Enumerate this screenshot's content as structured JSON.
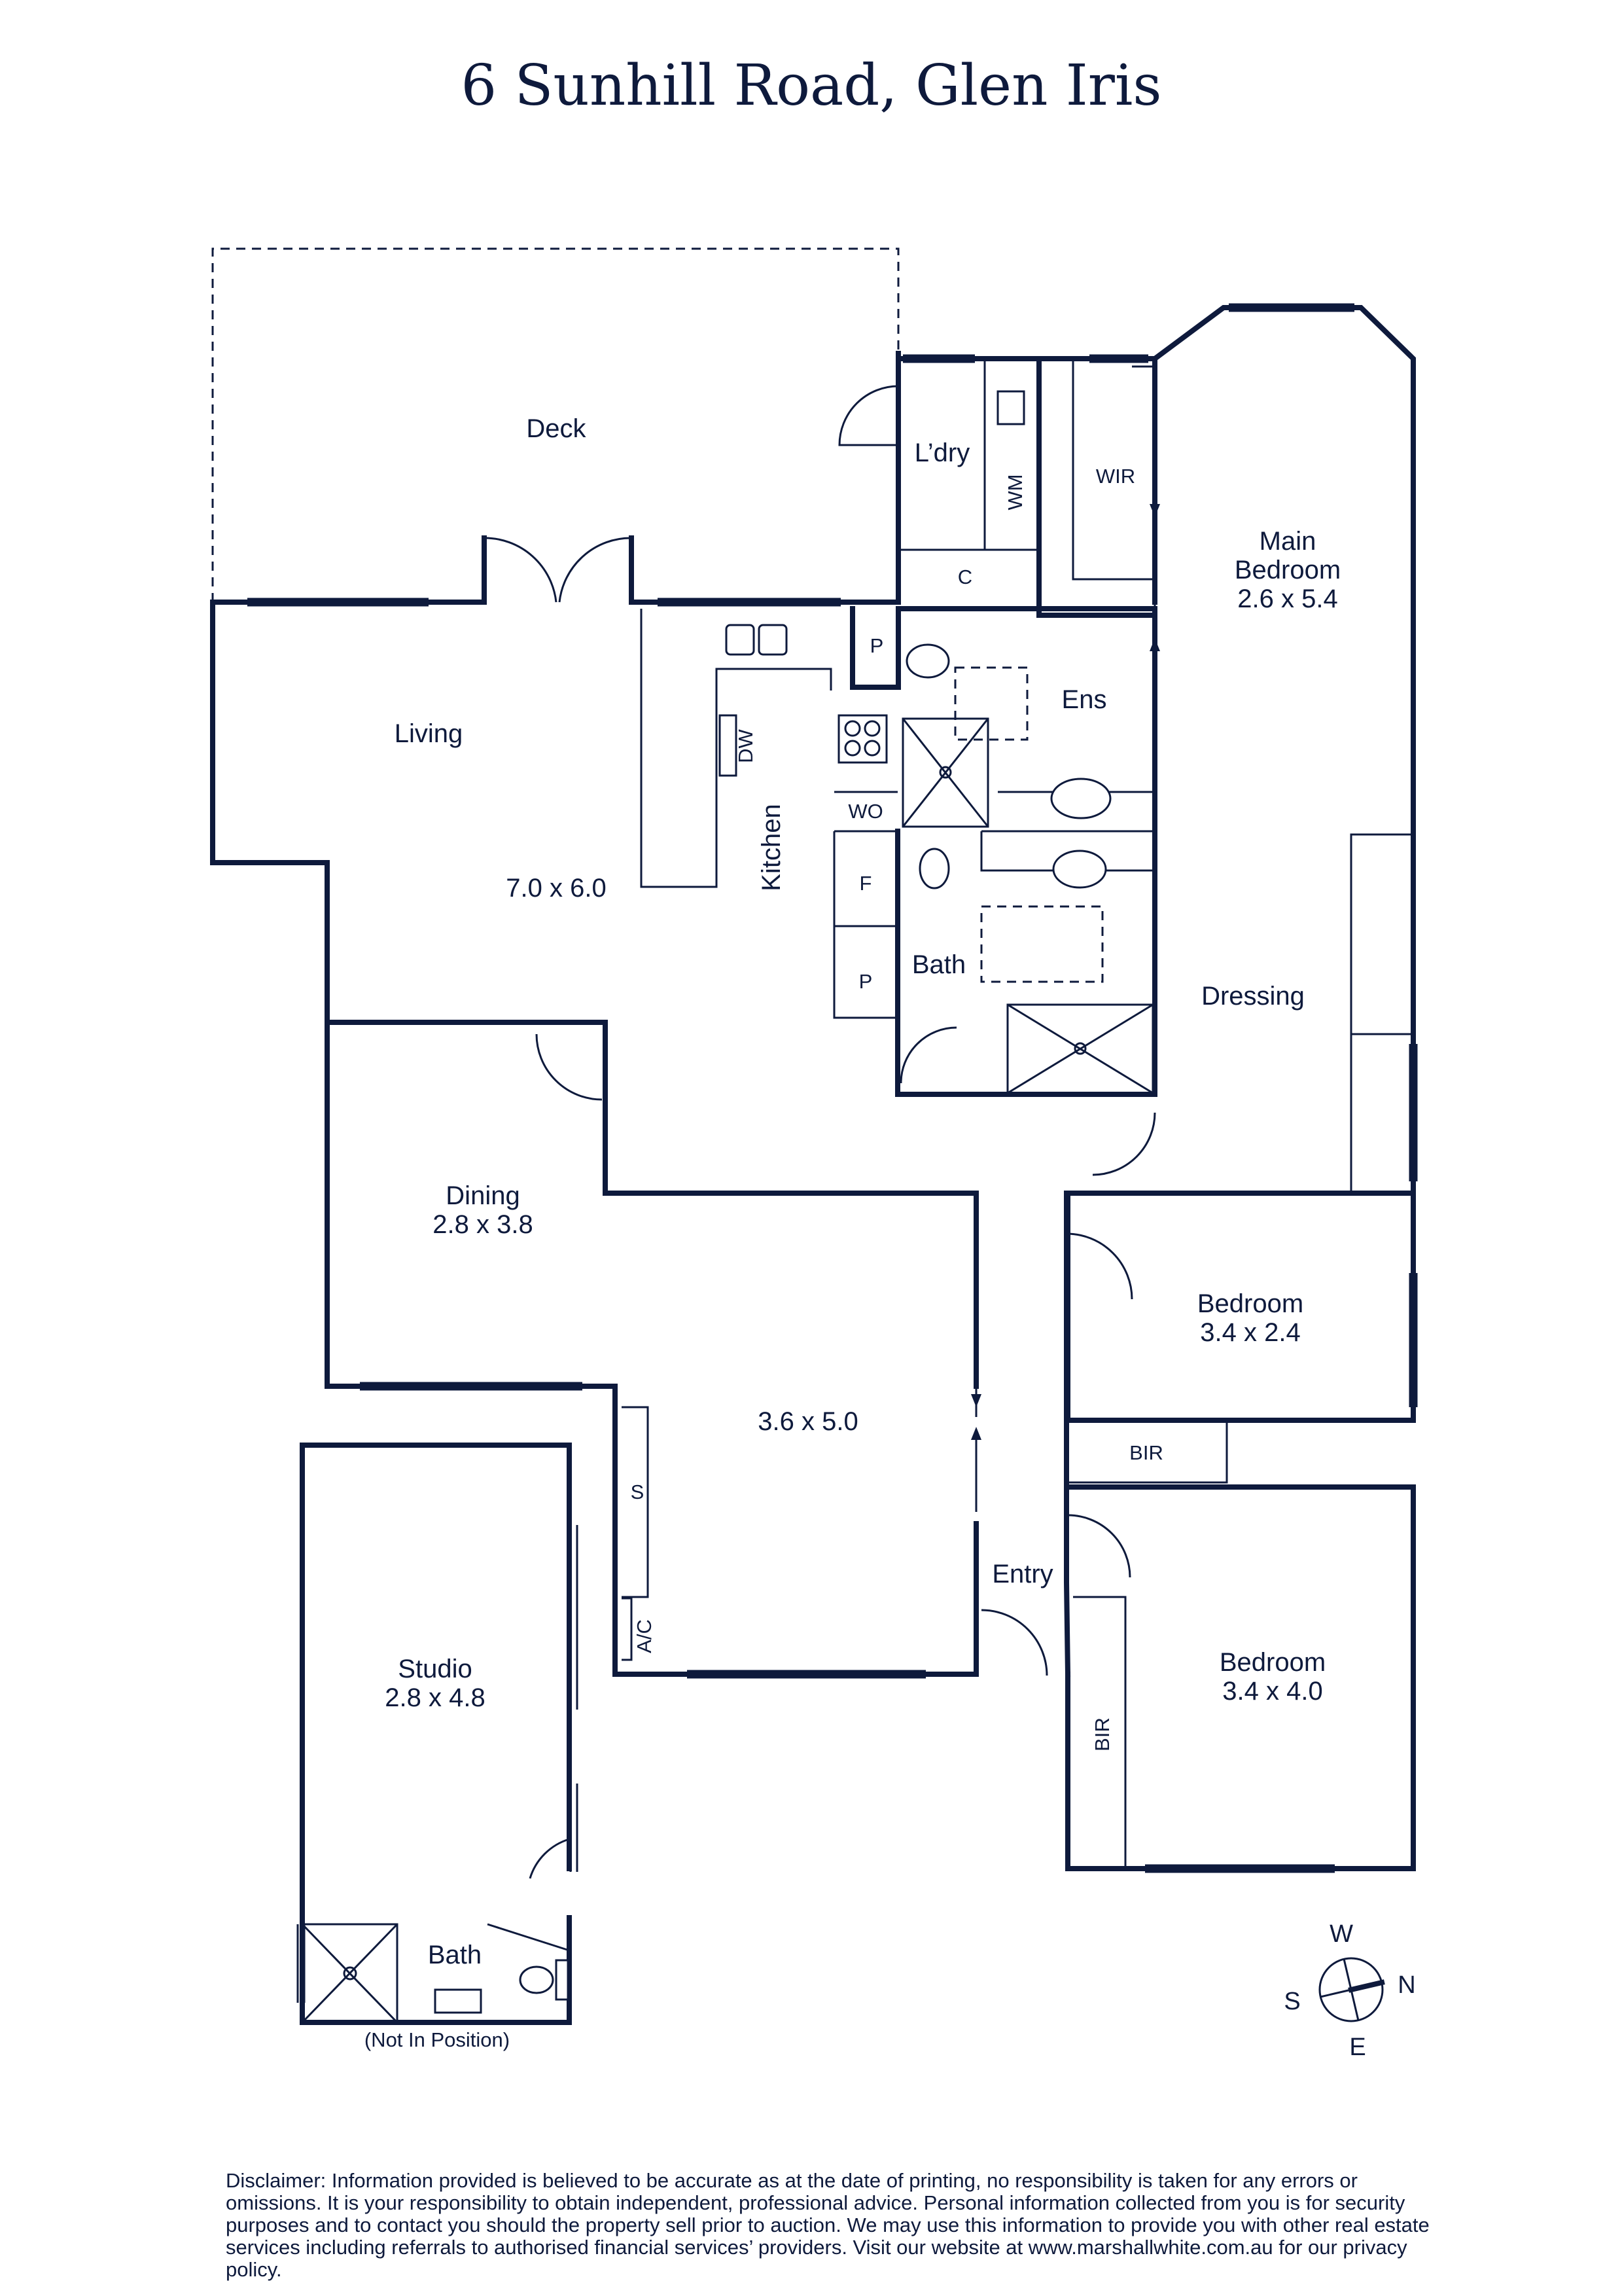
{
  "title": "6 Sunhill Road, Glen Iris",
  "rooms": {
    "deck": "Deck",
    "laundry": "L’dry",
    "wm": "WM",
    "c": "C",
    "wir": "WIR",
    "main_bedroom_name_1": "Main",
    "main_bedroom_name_2": "Bedroom",
    "main_bedroom_size": "2.6 x 5.4",
    "living": "Living",
    "living_size": "7.0 x 6.0",
    "dw": "DW",
    "kitchen": "Kitchen",
    "p_top": "P",
    "ens": "Ens",
    "wo": "WO",
    "f": "F",
    "p_bottom": "P",
    "bath": "Bath",
    "dressing": "Dressing",
    "dining": "Dining",
    "dining_size": "2.8 x 3.8",
    "bedroom2": "Bedroom",
    "bedroom2_size": "3.4 x 2.4",
    "bir_top": "BIR",
    "family_size": "3.6 x 5.0",
    "s": "S",
    "ac": "A/C",
    "entry": "Entry",
    "studio": "Studio",
    "studio_size": "2.8 x 4.8",
    "bedroom3": "Bedroom",
    "bedroom3_size": "3.4 x 4.0",
    "bir_side": "BIR",
    "studio_bath": "Bath",
    "not_in_position": "(Not In Position)"
  },
  "compass": {
    "w": "W",
    "n": "N",
    "s": "S",
    "e": "E"
  },
  "disclaimer": "Disclaimer: Information provided is believed to be accurate as at the date of printing, no responsibility is taken for any errors or omissions. It is your responsibility to obtain independent, professional advice. Personal information collected from you is for security purposes and to contact you should the property sell prior to auction. We may use this information to provide you with other real estate services including referrals to authorised financial services’ providers. Visit our website at www.marshallwhite.com.au for our privacy policy.",
  "colors": {
    "ink": "#0e1a3c",
    "background": "#ffffff"
  }
}
